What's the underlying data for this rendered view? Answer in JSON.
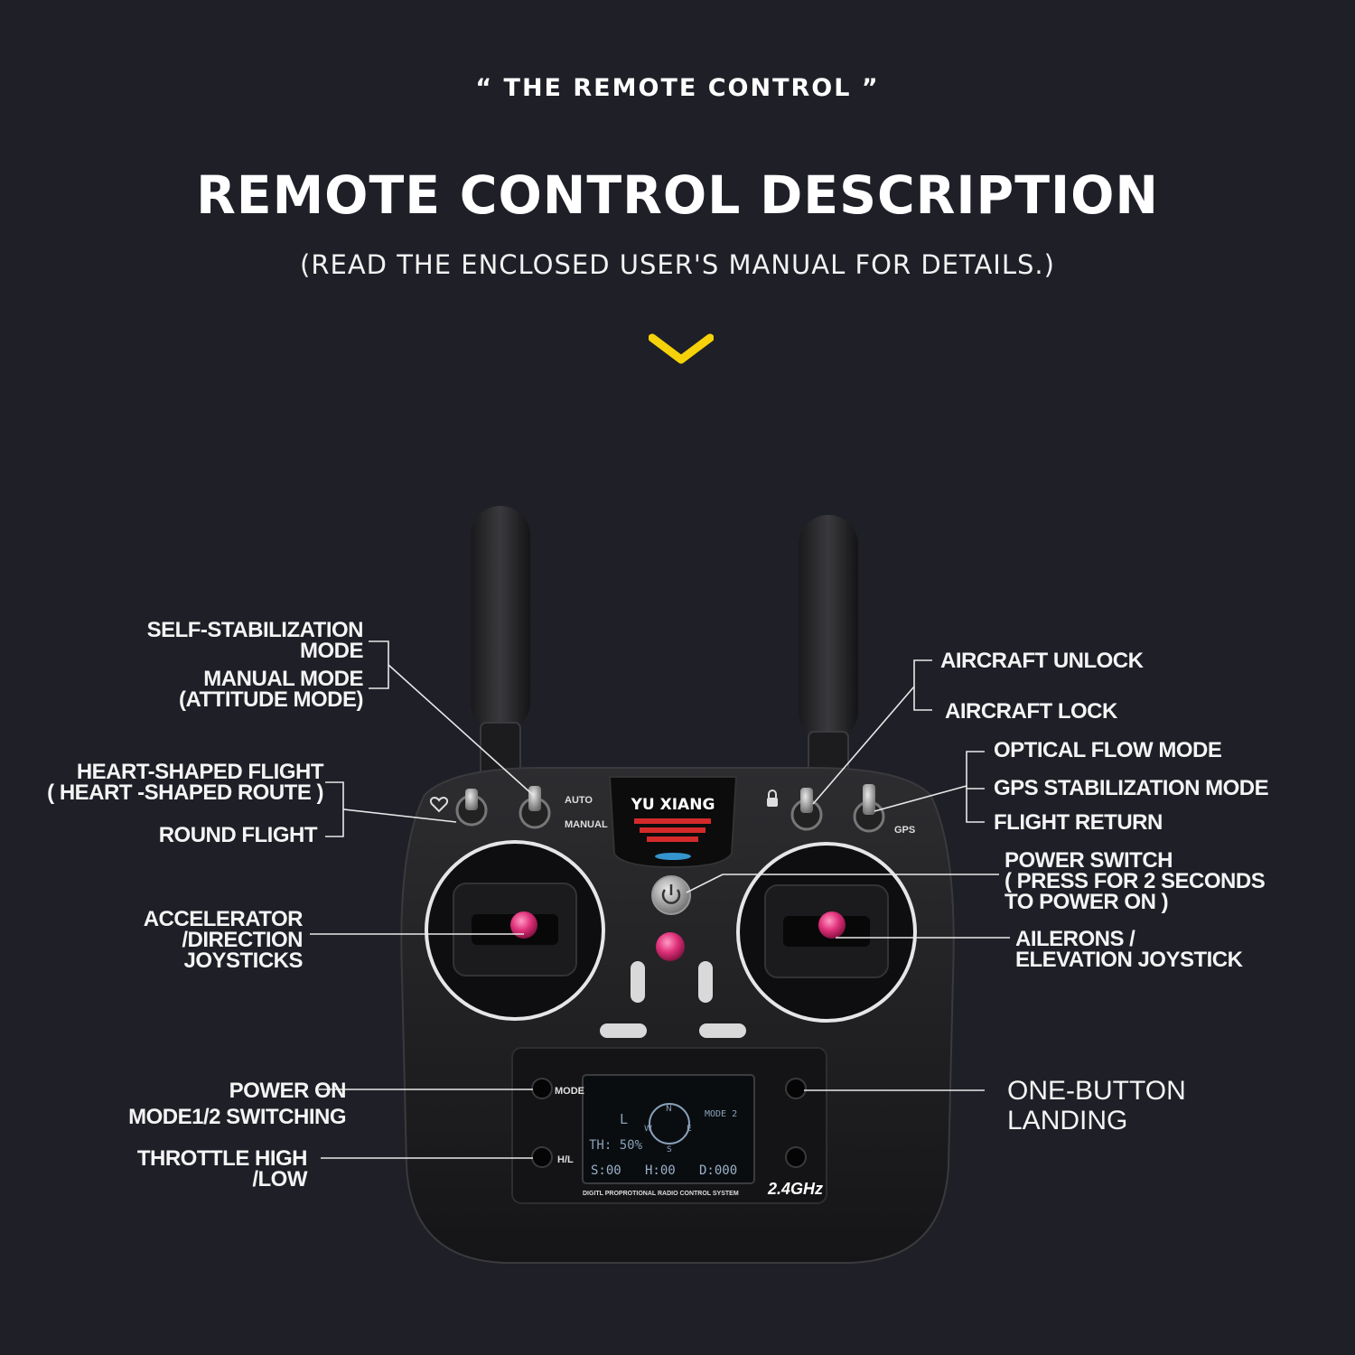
{
  "header": {
    "eyebrow": "“ THE REMOTE CONTROL ”",
    "title": "REMOTE CONTROL DESCRIPTION",
    "subtitle": "(READ THE ENCLOSED USER'S MANUAL FOR DETAILS.)"
  },
  "colors": {
    "background": "#1e1f27",
    "accent_chevron": "#f5d20a",
    "joystick_pink": "#e0307a",
    "brand_red": "#d42a2a"
  },
  "device": {
    "brand": "YU XIANG",
    "switch_auto": "AUTO",
    "switch_manual": "MANUAL",
    "gps_mark": "GPS",
    "mode_button": "MODE",
    "hl_button": "H/L",
    "band": "2.4GHz",
    "system_text": "DIGITL PROPROTIONAL RADIO CONTROL SYSTEM",
    "lcd": {
      "letter_l": "L",
      "mode": "MODE 2",
      "throttle": "TH: 50%",
      "speed": "S:00",
      "height": "H:00",
      "distance": "D:000",
      "compass": [
        "N",
        "E",
        "S",
        "W"
      ]
    }
  },
  "labels": {
    "self_stab": [
      "SELF-STABILIZATION",
      "MODE"
    ],
    "manual_mode": [
      "MANUAL MODE",
      "(ATTITUDE MODE)"
    ],
    "heart_flight": [
      "HEART-SHAPED FLIGHT",
      "( HEART -SHAPED ROUTE )"
    ],
    "round_flight": "ROUND FLIGHT",
    "accelerator": [
      "ACCELERATOR",
      "/DIRECTION",
      "JOYSTICKS"
    ],
    "power_on_mode": [
      "POWER ON",
      "MODE1/2 SWITCHING"
    ],
    "throttle": [
      "THROTTLE HIGH",
      "/LOW"
    ],
    "aircraft_unlock": "AIRCRAFT UNLOCK",
    "aircraft_lock": "AIRCRAFT LOCK",
    "optical_flow": "OPTICAL FLOW MODE",
    "gps_stab": "GPS STABILIZATION MODE",
    "flight_return": "FLIGHT RETURN",
    "power_switch": [
      "POWER SWITCH",
      "( PRESS FOR 2 SECONDS",
      "TO POWER ON )"
    ],
    "ailerons": [
      "AILERONS /",
      "ELEVATION JOYSTICK"
    ],
    "one_button_landing": [
      "ONE-BUTTON",
      "LANDING"
    ]
  }
}
